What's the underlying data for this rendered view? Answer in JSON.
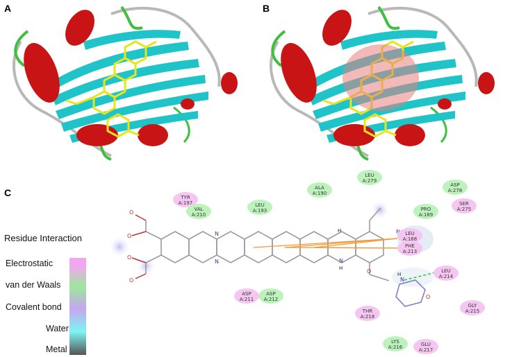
{
  "panels": {
    "a": "A",
    "b": "B",
    "c": "C"
  },
  "legend": {
    "title": "Residue Interaction",
    "items": [
      {
        "label": "Electrostatic",
        "color": "#f3a6f0"
      },
      {
        "label": "van der Waals",
        "color": "#9de79d"
      },
      {
        "label": "Covalent bond",
        "color": "#c6a6f0"
      },
      {
        "label": "Water",
        "color": "#7ff3f3"
      },
      {
        "label": "Metal",
        "color": "#666666"
      }
    ]
  },
  "residues": [
    {
      "name": "LEU",
      "id": "A:279",
      "color": "#bdf2bd"
    },
    {
      "name": "ALA",
      "id": "A:190",
      "color": "#bdf2bd"
    },
    {
      "name": "ASP",
      "id": "A:278",
      "color": "#bdf2bd"
    },
    {
      "name": "TYR",
      "id": "A:197",
      "color": "#f5c6f2"
    },
    {
      "name": "VAL",
      "id": "A:210",
      "color": "#bdf2bd"
    },
    {
      "name": "LEU",
      "id": "A:193",
      "color": "#bdf2bd"
    },
    {
      "name": "PRO",
      "id": "A:189",
      "color": "#bdf2bd"
    },
    {
      "name": "SER",
      "id": "A:275",
      "color": "#f5c6f2"
    },
    {
      "name": "LEU",
      "id": "A:188",
      "color": "#f5c6f2"
    },
    {
      "name": "PHE",
      "id": "A:213",
      "color": "#f5c6f2"
    },
    {
      "name": "LEU",
      "id": "A:214",
      "color": "#f5c6f2"
    },
    {
      "name": "ASP",
      "id": "A:211",
      "color": "#f5c6f2"
    },
    {
      "name": "ASP",
      "id": "A:212",
      "color": "#bdf2bd"
    },
    {
      "name": "GLY",
      "id": "A:215",
      "color": "#f5c6f2"
    },
    {
      "name": "THR",
      "id": "A:218",
      "color": "#f5c6f2"
    },
    {
      "name": "LYS",
      "id": "A:216",
      "color": "#bdf2bd"
    },
    {
      "name": "GLU",
      "id": "A:217",
      "color": "#f5c6f2"
    }
  ],
  "atoms": {
    "n": "N",
    "h": "H",
    "o": "O"
  }
}
